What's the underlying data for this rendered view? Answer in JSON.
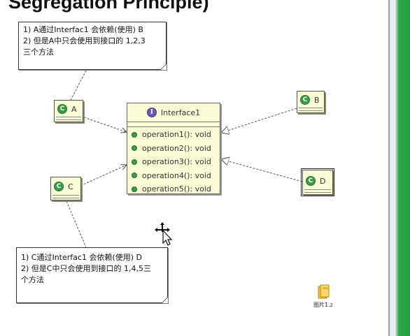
{
  "title": "Segregation Principle)",
  "interface": {
    "name": "Interface1",
    "icon": "interface-icon",
    "operations": [
      "operation1(): void",
      "operation2(): void",
      "operation3(): void",
      "operation4(): void",
      "operation5(): void"
    ]
  },
  "classes": {
    "a": "A",
    "b": "B",
    "c": "C",
    "d": "D"
  },
  "notes": {
    "top": [
      "1) A通过Interfac1 会依赖(使用) B",
      "2) 但是A中只会使用到接口的 1,2,3",
      "三个方法"
    ],
    "bottom": [
      "1) C通过Interfac1 会依赖(使用) D",
      "2) 但是C中只会使用到接口的 1,4,5三",
      "个方法"
    ]
  },
  "file": {
    "label": "图片1.z",
    "icon": "folder-icon"
  },
  "colors": {
    "class_fill": "#fbfbd7",
    "class_icon": "#3b9a4a",
    "interface_icon": "#6a55b5",
    "side_bar": "#23a043"
  }
}
